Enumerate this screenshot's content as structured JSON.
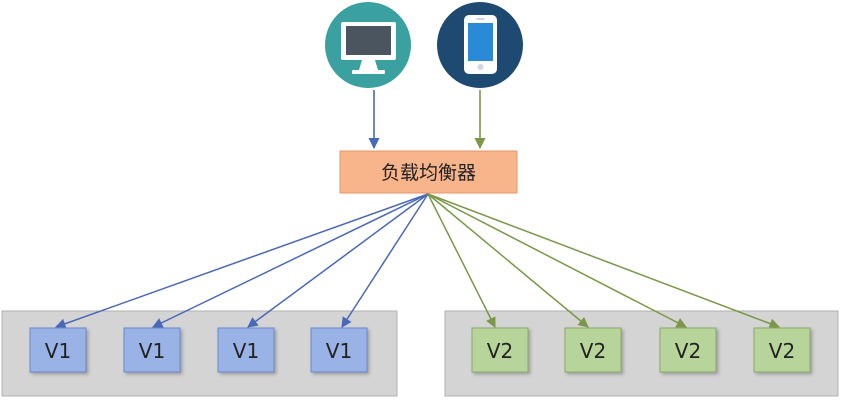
{
  "load_balancer": {
    "label": "负载均衡器"
  },
  "clients": [
    {
      "icon": "desktop-monitor-icon",
      "color": "#3aa0a0"
    },
    {
      "icon": "mobile-phone-icon",
      "color": "#1e4a72"
    }
  ],
  "groups": [
    {
      "name": "v1",
      "nodes": [
        "V1",
        "V1",
        "V1",
        "V1"
      ],
      "node_color": "#99b3e6",
      "node_border": "#6a8acd",
      "arrow_color": "#4a68b8"
    },
    {
      "name": "v2",
      "nodes": [
        "V2",
        "V2",
        "V2",
        "V2"
      ],
      "node_color": "#b7d49a",
      "node_border": "#8aaa68",
      "arrow_color": "#7a9848"
    }
  ],
  "colors": {
    "group_bg": "#d4d4d4",
    "group_border": "#b0b0b0",
    "lb_fill": "#f8b48a",
    "lb_border": "#e8956a"
  }
}
